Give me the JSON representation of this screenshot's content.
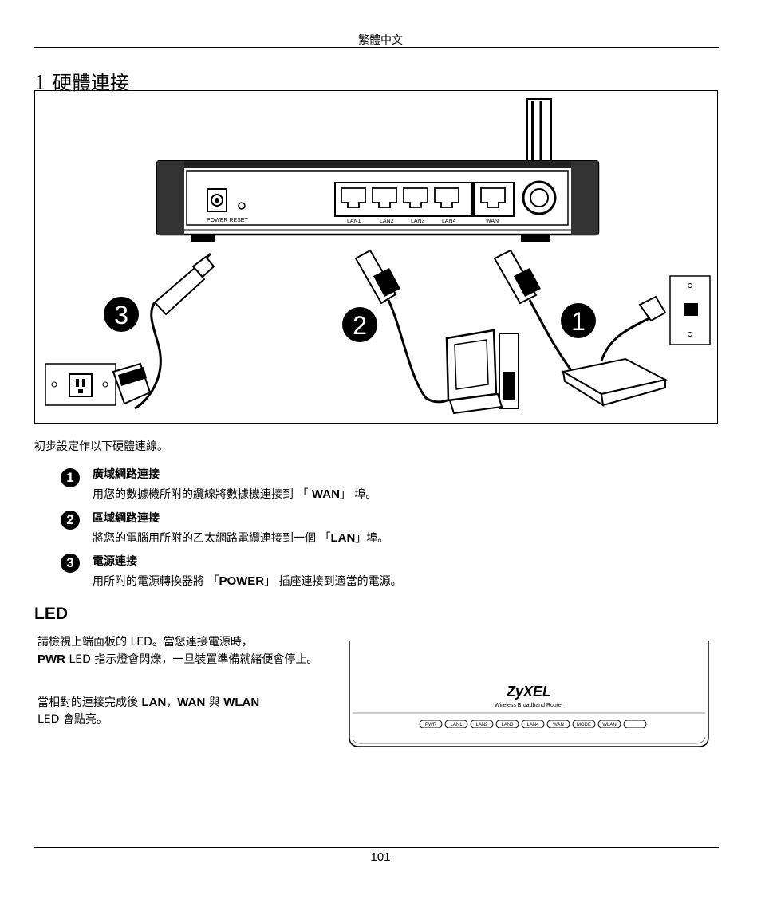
{
  "header": {
    "language_label": "繁體中文"
  },
  "section": {
    "title": "1 硬體連接"
  },
  "diagram": {
    "port_labels": {
      "power_reset": "POWER RESET",
      "lan1": "LAN1",
      "lan2": "LAN2",
      "lan3": "LAN3",
      "lan4": "LAN4",
      "wan": "WAN"
    },
    "callouts": {
      "c1": "1",
      "c2": "2",
      "c3": "3"
    }
  },
  "intro": "初步設定作以下硬體連線。",
  "steps": [
    {
      "number": "1",
      "title": "廣域網路連接",
      "desc_before": "用您的數據機所附的纜線將數據機連接到 「 ",
      "keyword": "WAN",
      "desc_after": "」 埠。"
    },
    {
      "number": "2",
      "title": "區域網路連接",
      "desc_before": "將您的電腦用所附的乙太網路電纜連接到一個 「",
      "keyword": "LAN",
      "desc_after": "」埠。"
    },
    {
      "number": "3",
      "title": "電源連接",
      "desc_before": "用所附的電源轉換器將 「",
      "keyword": "POWER",
      "desc_after": "」 插座連接到適當的電源。"
    }
  ],
  "led": {
    "heading": "LED",
    "para1": {
      "t1": "請檢視上端面板的  LED。當您連接電源時，",
      "b1": "PWR",
      "t2": " LED 指示燈會閃爍，一旦裝置準備就緒便會停止。"
    },
    "para2": {
      "t1": "當相對的連接完成後  ",
      "b1": "LAN",
      "t2": "，",
      "b2": "WAN",
      "t3": " 與  ",
      "b3": "WLAN",
      "t4": " LED  會點亮。"
    },
    "front_panel": {
      "brand": "ZyXEL",
      "model": "Wireless Broadband Router",
      "indicators": [
        "PWR",
        "LAN1",
        "LAN2",
        "LAN3",
        "LAN4",
        "WAN",
        "MODE",
        "WLAN",
        ""
      ]
    }
  },
  "footer": {
    "page_number": "101"
  }
}
